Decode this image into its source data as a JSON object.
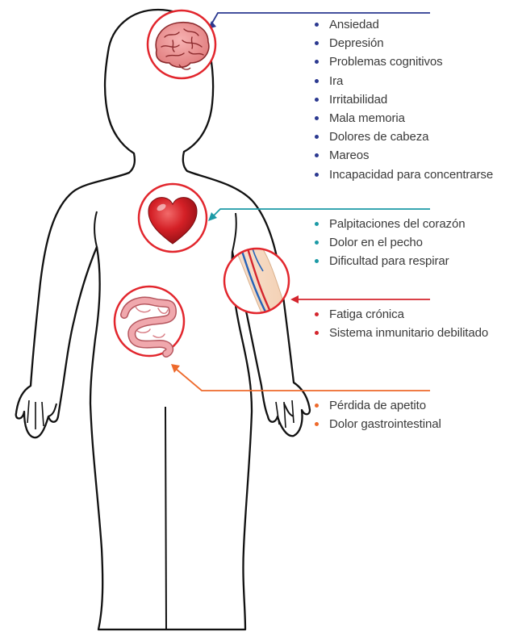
{
  "colors": {
    "brain": "#2b3990",
    "heart": "#1c9aa6",
    "vessels": "#d4262e",
    "gut": "#ee6a2c",
    "circle": "#e2262d",
    "outline": "#111111"
  },
  "sections": {
    "brain": {
      "icon": "brain-icon",
      "items": [
        "Ansiedad",
        "Depresión",
        "Problemas cognitivos",
        "Ira",
        "Irritabilidad",
        "Mala memoria",
        "Dolores de cabeza",
        "Mareos",
        "Incapacidad para concentrarse"
      ]
    },
    "heart": {
      "icon": "heart-icon",
      "items": [
        "Palpitaciones del corazón",
        "Dolor en el pecho",
        "Dificultad para respirar"
      ]
    },
    "vessels": {
      "icon": "blood-vessels-icon",
      "items": [
        "Fatiga crónica",
        "Sistema inmunitario debilitado"
      ]
    },
    "gut": {
      "icon": "intestine-icon",
      "items": [
        "Pérdida de apetito",
        "Dolor gastrointestinal"
      ]
    }
  }
}
